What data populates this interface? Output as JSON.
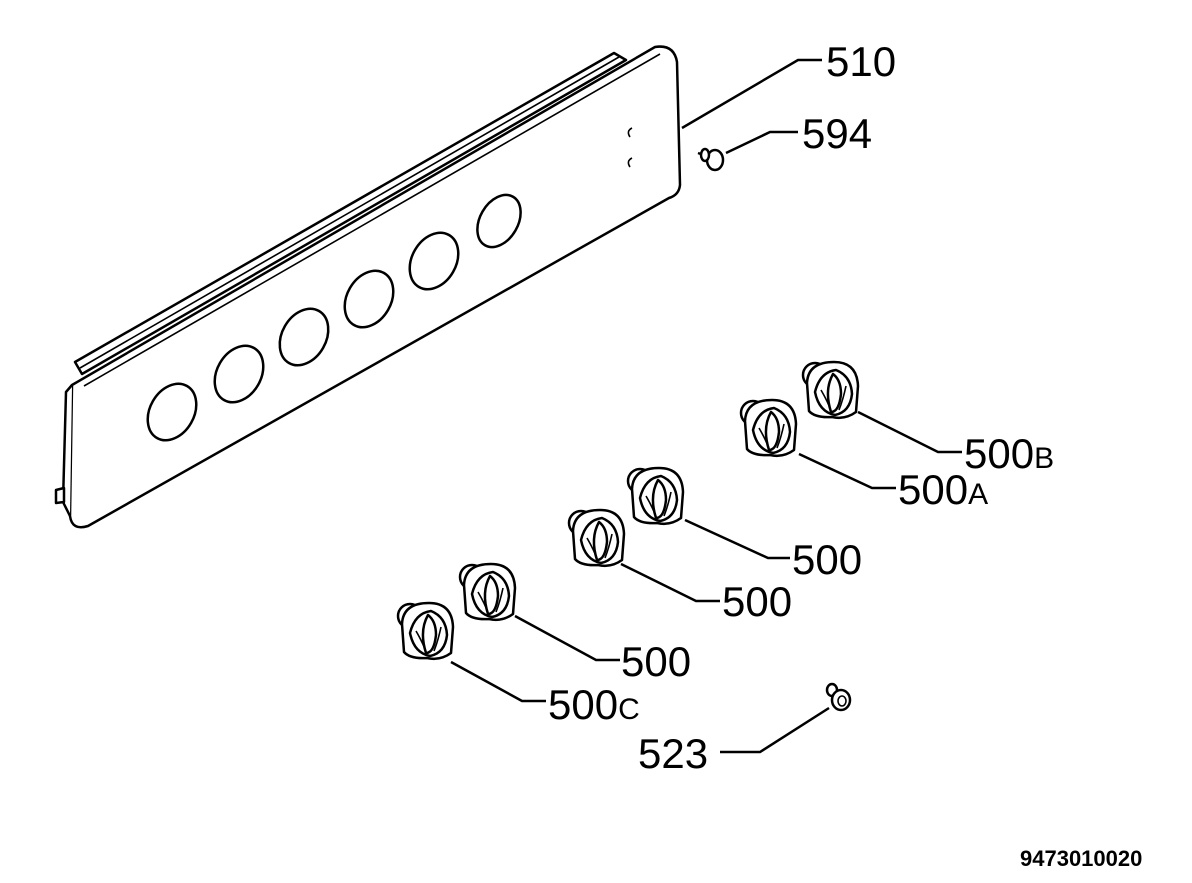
{
  "labels": {
    "panel": "510",
    "screw": "594",
    "knob_b": "500",
    "knob_b_suffix": "B",
    "knob_a": "500",
    "knob_a_suffix": "A",
    "knob_1": "500",
    "knob_2": "500",
    "knob_3": "500",
    "knob_c": "500",
    "knob_c_suffix": "C",
    "clip": "523"
  },
  "drawing_number": "9473010020"
}
